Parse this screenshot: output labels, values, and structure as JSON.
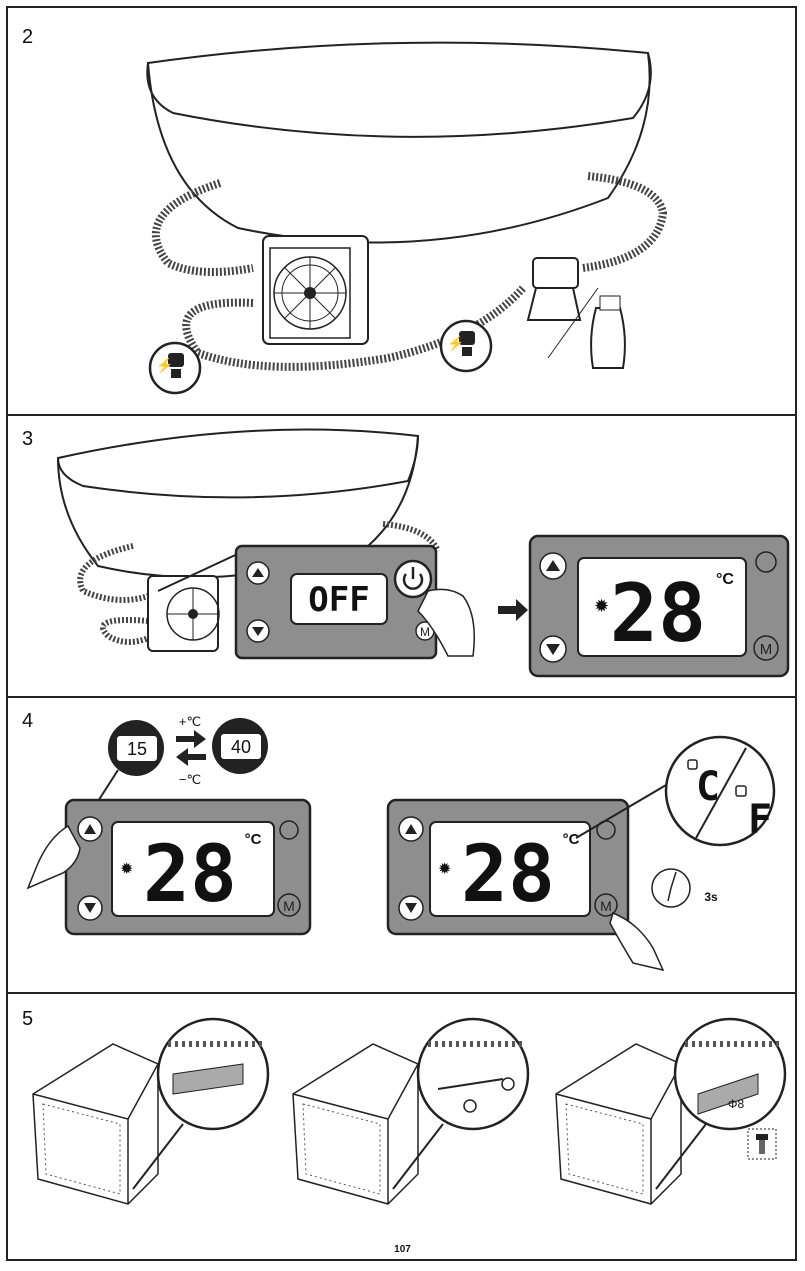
{
  "page": {
    "number": "107"
  },
  "steps": {
    "s2": {
      "num": "2"
    },
    "s3": {
      "num": "3",
      "off_text": "OFF",
      "temp": "28",
      "unit": "°C",
      "m_label": "M"
    },
    "s4": {
      "num": "4",
      "low": "15",
      "high": "40",
      "plus_label": "+℃",
      "minus_label": "−℃",
      "temp": "28",
      "unit": "°C",
      "m_label": "M",
      "unit_c": "C",
      "unit_f": "F",
      "timer": "3s"
    },
    "s5": {
      "num": "5",
      "bolt_label": "Φ8"
    }
  },
  "colors": {
    "panel": "#8e8e8e",
    "screen": "#ffffff",
    "stroke": "#222222"
  }
}
